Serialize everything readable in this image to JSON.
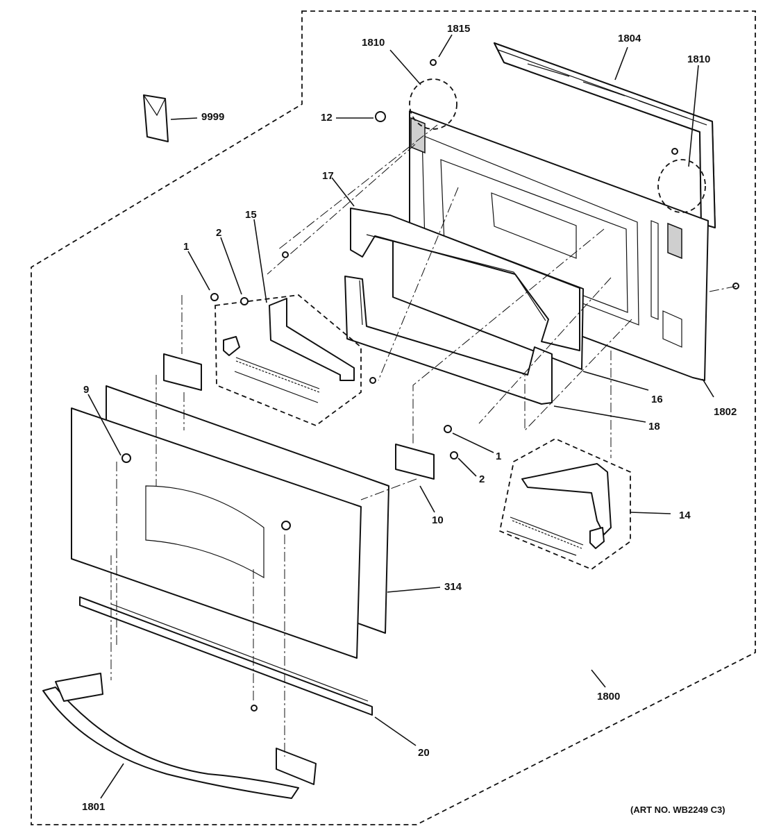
{
  "callouts": {
    "c9999": "9999",
    "c1810a": "1810",
    "c1815": "1815",
    "c1804": "1804",
    "c1810b": "1810",
    "c12": "12",
    "c17": "17",
    "c15": "15",
    "c2a": "2",
    "c1a": "1",
    "c16": "16",
    "c1802": "1802",
    "c18": "18",
    "c9": "9",
    "c1b": "1",
    "c2b": "2",
    "c10": "10",
    "c14": "14",
    "c314": "314",
    "c1800": "1800",
    "c20": "20",
    "c1801": "1801"
  },
  "art_number": "(ART NO. WB2249 C3)"
}
